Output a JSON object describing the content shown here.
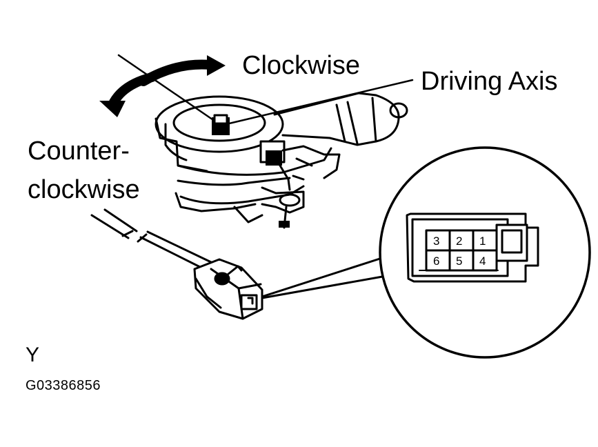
{
  "labels": {
    "clockwise": "Clockwise",
    "driving_axis": "Driving Axis",
    "counter_line1": "Counter-",
    "counter_line2": "clockwise",
    "view_letter": "Y",
    "figure_code": "G03386856"
  },
  "connector": {
    "pins_top": [
      "3",
      "2",
      "1"
    ],
    "pins_bottom": [
      "6",
      "5",
      "4"
    ]
  }
}
